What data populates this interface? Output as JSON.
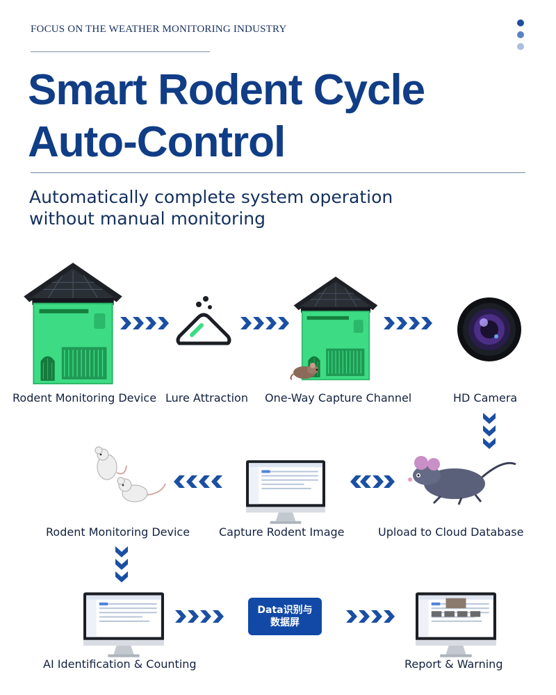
{
  "header": {
    "tagline": "FOCUS ON THE WEATHER MONITORING INDUSTRY",
    "title_line1": "Smart Rodent Cycle",
    "title_line2": "Auto-Control",
    "subtitle_line1": "Automatically complete system operation",
    "subtitle_line2": "without manual monitoring"
  },
  "steps": {
    "rodent_device": "Rodent Monitoring Device",
    "lure": "Lure Attraction",
    "capture_channel": "One-Way Capture Channel",
    "hd_camera": "HD Camera",
    "upload": "Upload to Cloud Database",
    "capture_image": "Capture Rodent Image",
    "rodent_device_2": "Rodent Monitoring Device",
    "ai": "AI Identification & Counting",
    "report": "Report & Warning"
  },
  "badge": {
    "line1": "Data识别与",
    "line2": "数据屏"
  },
  "icons": {
    "device": "rodent-monitoring-device-icon",
    "lure": "lure-icon",
    "camera": "camera-lens-icon",
    "rat": "rat-icon",
    "monitor": "monitor-icon",
    "mice": "mice-icon"
  },
  "colors": {
    "brand_blue": "#103d86",
    "arrow_blue": "#1a4fa3",
    "device_green": "#3ddc84",
    "badge_blue": "#1249a6"
  }
}
